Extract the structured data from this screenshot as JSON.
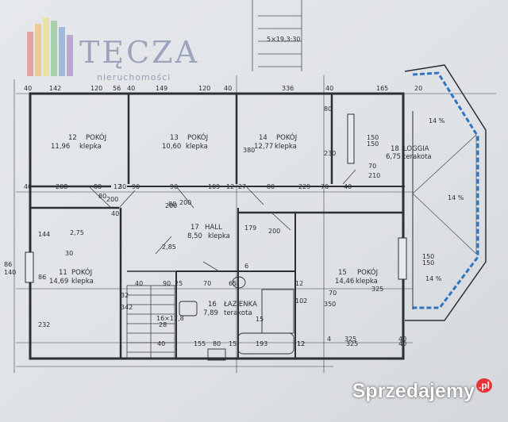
{
  "watermark": {
    "name": "TĘCZA",
    "subtitle": "nieruchomości"
  },
  "brand": {
    "text": "Sprzedajemy",
    "suffix": ".pl"
  },
  "rooms": [
    {
      "num": "12",
      "area": "11,96",
      "type": "POKÓJ",
      "floor": "klepka"
    },
    {
      "num": "13",
      "area": "10,60",
      "type": "POKÓJ",
      "floor": "klepka"
    },
    {
      "num": "14",
      "area": "12,77",
      "type": "POKÓJ",
      "floor": "klepka"
    },
    {
      "num": "18",
      "area": "6,75",
      "type": "LOGGIA",
      "floor": "terakota"
    },
    {
      "num": "11",
      "area": "14,69",
      "type": "POKÓJ",
      "floor": "klepka"
    },
    {
      "num": "17",
      "area": "8,50",
      "type": "HALL",
      "floor": "klepka"
    },
    {
      "num": "15",
      "area": "14,46",
      "type": "POKÓJ",
      "floor": "klepka"
    },
    {
      "num": "16",
      "area": "7,89",
      "type": "ŁAZIENKA",
      "floor": "terakota"
    }
  ],
  "dimensions": {
    "top": [
      "40",
      "142",
      "120",
      "56",
      "40",
      "149",
      "120",
      "40",
      "336",
      "40",
      "165",
      "20"
    ],
    "mid_row": [
      "40",
      "208",
      "80",
      "12",
      "30",
      "90",
      "90",
      "109",
      "12",
      "27",
      "80",
      "229",
      "70",
      "40"
    ],
    "lower_row": [
      "40",
      "90",
      "25",
      "70",
      "65",
      "12",
      "102",
      "12",
      "325",
      "40"
    ],
    "bottom_row": [
      "155",
      "40",
      "80",
      "15",
      "193",
      "12",
      "325",
      "40"
    ],
    "left": [
      "86",
      "140",
      "144",
      "86",
      "232"
    ],
    "vertical": [
      "380",
      "230",
      "80",
      "150",
      "150",
      "70",
      "210",
      "179",
      "342",
      "350",
      "150",
      "150"
    ],
    "misc": [
      "5×19,3:30",
      "80",
      "200",
      "80",
      "200",
      "40",
      "2,75",
      "2,85",
      "14 %",
      "14 %",
      "14 %",
      "6",
      "15",
      "16×17,8",
      "28",
      "325",
      "30",
      "32",
      "4",
      "70",
      "200",
      "200"
    ]
  }
}
